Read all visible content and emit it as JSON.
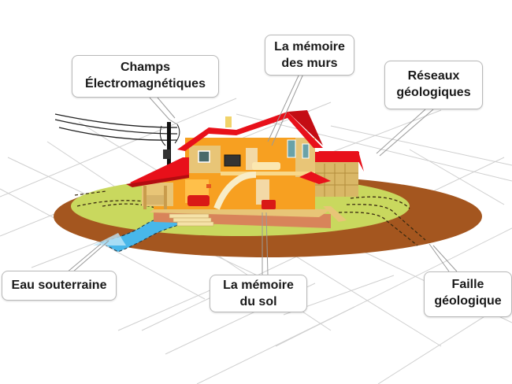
{
  "diagram": {
    "title_hidden": "",
    "colors": {
      "roof": "#e8101a",
      "wall": "#f7a021",
      "wood": "#e8c577",
      "ground_ring": "#a4561f",
      "lawn": "#c9d85e",
      "water": "#3fb3ea",
      "grid": "#c8c8c8",
      "callout_border": "#b9b9b9",
      "text": "#1a1a1a"
    },
    "callouts": [
      {
        "id": "champs-electromagnetiques",
        "line1": "Champs",
        "line2": "Électromagnétiques"
      },
      {
        "id": "memoire-des-murs",
        "line1": "La mémoire",
        "line2": "des murs"
      },
      {
        "id": "reseaux-geologiques",
        "line1": "Réseaux",
        "line2": "géologiques"
      },
      {
        "id": "eau-souterraine",
        "line1": "Eau souterraine",
        "line2": ""
      },
      {
        "id": "memoire-du-sol",
        "line1": "La mémoire",
        "line2": "du sol"
      },
      {
        "id": "faille-geologique",
        "line1": "Faille",
        "line2": "géologique"
      }
    ]
  }
}
